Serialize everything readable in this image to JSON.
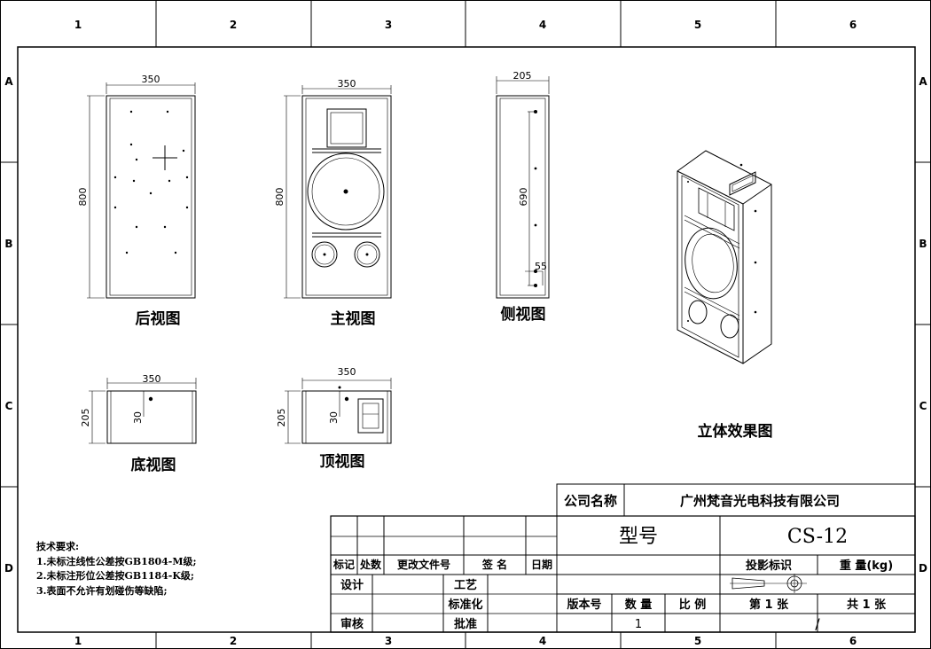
{
  "frame": {
    "col_zones": [
      "1",
      "2",
      "3",
      "4",
      "5",
      "6"
    ],
    "row_zones": [
      "A",
      "B",
      "C",
      "D"
    ]
  },
  "views": {
    "rear": {
      "label": "后视图",
      "width": "350",
      "height": "800"
    },
    "front": {
      "label": "主视图",
      "width": "350",
      "height": "800"
    },
    "side": {
      "label": "侧视图",
      "width": "205",
      "height": "690",
      "offset": "55"
    },
    "iso": {
      "label": "立体效果图"
    },
    "bottom": {
      "label": "底视图",
      "width": "350",
      "depth": "205",
      "offset": "30"
    },
    "top": {
      "label": "顶视图",
      "width": "350",
      "depth": "205",
      "offset": "30"
    }
  },
  "tech_requirements": {
    "title": "技术要求:",
    "items": [
      "1.未标注线性公差按GB1804-M级;",
      "2.未标注形位公差按GB1184-K级;",
      "3.表面不允许有划碰伤等缺陷;"
    ]
  },
  "title_block": {
    "company_label": "公司名称",
    "company_name": "广州梵音光电科技有限公司",
    "model_label": "型号",
    "model_value": "CS-12",
    "rev_headers": [
      "标记",
      "处数",
      "更改文件号",
      "签 名",
      "日期"
    ],
    "design": "设计",
    "craft": "工艺",
    "standard": "标准化",
    "review": "审核",
    "approve": "批准",
    "projection_label": "投影标识",
    "weight_label": "重  量(kg)",
    "version_label": "版本号",
    "quantity_label": "数 量",
    "scale_label": "比 例",
    "sheet_no": "第 1 张",
    "sheet_total": "共 1 张",
    "quantity_value": "1",
    "scale_value": "/"
  }
}
